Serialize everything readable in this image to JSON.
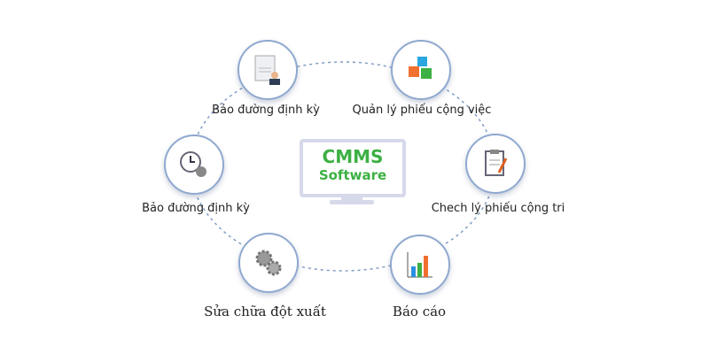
{
  "center": {
    "line1": "CMMS",
    "line2": "Software"
  },
  "nodes": [
    {
      "label": "Bảo đường định kỳ",
      "icon": "document-person-icon"
    },
    {
      "label": "Quản lý phiếu cộng việc",
      "icon": "cubes-icon"
    },
    {
      "label": "Bảo đường định kỳ",
      "icon": "clock-gear-icon"
    },
    {
      "label": "Chech lý phiếu cộng tri",
      "icon": "clipboard-icon"
    },
    {
      "label": "Sửa chữa đột xuất",
      "icon": "gears-icon"
    },
    {
      "label": "Báo cáo",
      "icon": "bar-chart-icon"
    }
  ],
  "colors": {
    "accent": "#3cb043",
    "ring": "#8fa9cf"
  }
}
